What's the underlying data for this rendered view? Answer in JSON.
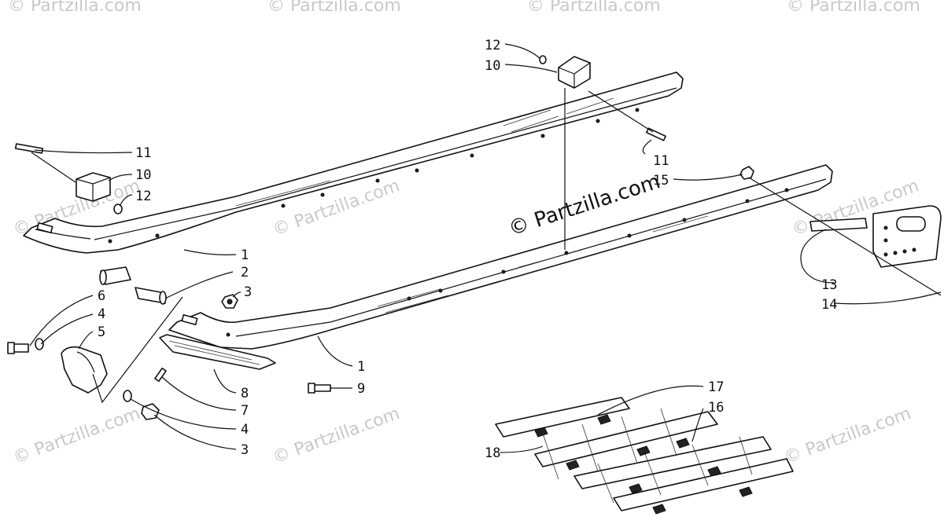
{
  "watermark": {
    "text": "© Partzilla.com",
    "center_text": "© Partzilla.com"
  },
  "callouts": [
    {
      "id": "c1a",
      "label": "1"
    },
    {
      "id": "c1b",
      "label": "1"
    },
    {
      "id": "c2",
      "label": "2"
    },
    {
      "id": "c3a",
      "label": "3"
    },
    {
      "id": "c3b",
      "label": "3"
    },
    {
      "id": "c4a",
      "label": "4"
    },
    {
      "id": "c4b",
      "label": "4"
    },
    {
      "id": "c5",
      "label": "5"
    },
    {
      "id": "c6",
      "label": "6"
    },
    {
      "id": "c7",
      "label": "7"
    },
    {
      "id": "c8",
      "label": "8"
    },
    {
      "id": "c9",
      "label": "9"
    },
    {
      "id": "c10a",
      "label": "10"
    },
    {
      "id": "c10b",
      "label": "10"
    },
    {
      "id": "c11a",
      "label": "11"
    },
    {
      "id": "c11b",
      "label": "11"
    },
    {
      "id": "c12a",
      "label": "12"
    },
    {
      "id": "c12b",
      "label": "12"
    },
    {
      "id": "c13",
      "label": "13"
    },
    {
      "id": "c14",
      "label": "14"
    },
    {
      "id": "c15",
      "label": "15"
    },
    {
      "id": "c16",
      "label": "16"
    },
    {
      "id": "c17",
      "label": "17"
    },
    {
      "id": "c18",
      "label": "18"
    }
  ]
}
